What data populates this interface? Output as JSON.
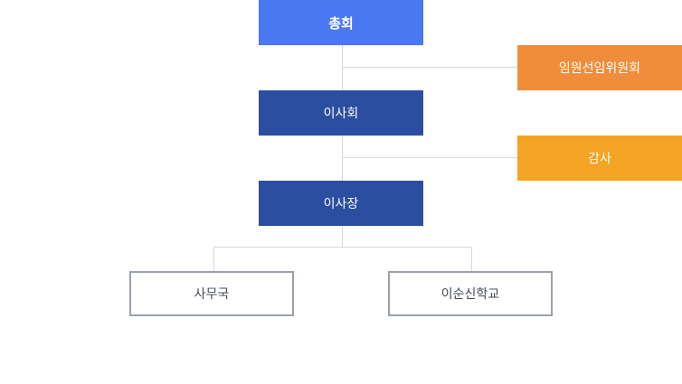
{
  "org_chart": {
    "general_assembly": {
      "label": "총회",
      "color": "#4a78f2"
    },
    "nomination_committee": {
      "label": "임원선임위원회",
      "color": "#f08d3c"
    },
    "board_of_directors": {
      "label": "이사회",
      "color": "#2c4ea0"
    },
    "auditor": {
      "label": "감사",
      "color": "#f3a425"
    },
    "chairman": {
      "label": "이사장",
      "color": "#2c4ea0"
    },
    "secretariat": {
      "label": "사무국"
    },
    "school": {
      "label": "이순신학교"
    },
    "line_color": "#d6d9de",
    "outline_color": "#9aa1ab"
  }
}
